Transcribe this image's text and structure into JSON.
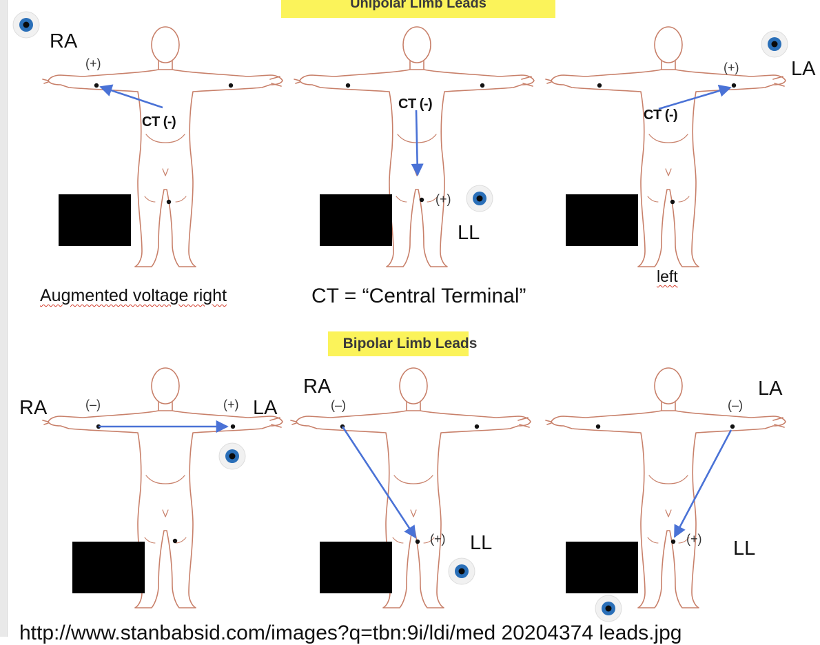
{
  "unipolar": {
    "title": "Unipolar Limb Leads",
    "panel1": {
      "electrode": "RA",
      "plus": "(+)",
      "ct": "CT (-)"
    },
    "panel2": {
      "electrode": "LL",
      "plus": "(+)",
      "ct": "CT (-)"
    },
    "panel3": {
      "electrode": "LA",
      "plus": "(+)",
      "ct": "CT (-)"
    },
    "caption_left": "Augmented voltage right",
    "caption_center": "CT = “Central Terminal”",
    "caption_right": "left"
  },
  "bipolar": {
    "title": "Bipolar Limb Leads",
    "panel1": {
      "neg_electrode": "RA",
      "minus": "(–)",
      "plus": "(+)",
      "pos_electrode": "LA"
    },
    "panel2": {
      "neg_electrode": "RA",
      "minus": "(–)",
      "plus": "(+)",
      "pos_electrode": "LL"
    },
    "panel3": {
      "neg_electrode": "LA",
      "minus": "(–)",
      "plus": "(+)",
      "pos_electrode": "LL"
    }
  },
  "footer": {
    "url_fragment": "http://www.stanbabsid.com/images?q=tbn:9i/ldi/med 20204374 leads.jpg"
  },
  "colors": {
    "arrow": "#4a72d6",
    "body_outline": "#c8806a",
    "highlight": "#fbf35a",
    "redaction": "#000000",
    "eye_ring": "#2a6fb8"
  },
  "icons": [
    "eye-icon"
  ]
}
